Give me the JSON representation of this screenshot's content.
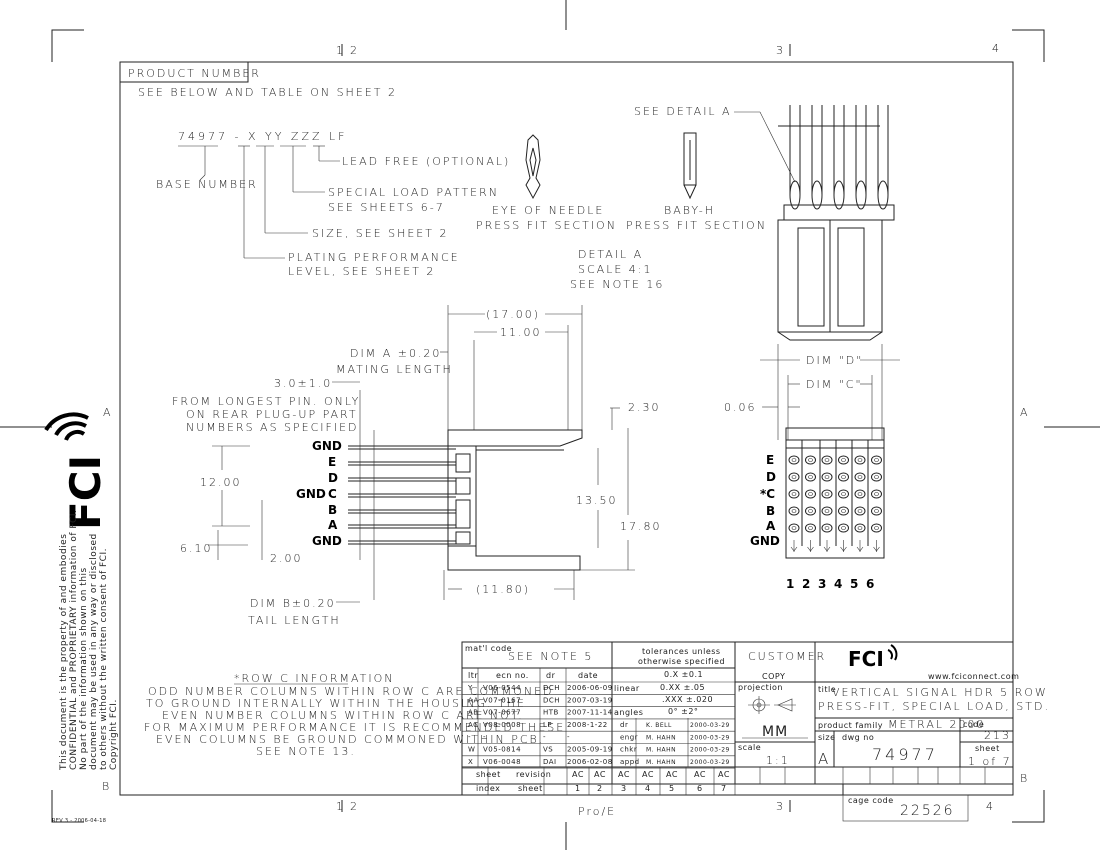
{
  "zones": {
    "top": [
      "1",
      "2",
      "3",
      "4"
    ],
    "bottom": [
      "1",
      "2",
      "Pro/E",
      "3",
      "4"
    ],
    "left": [
      "A",
      "B"
    ],
    "right": [
      "A",
      "B"
    ]
  },
  "product_number": {
    "title": "PRODUCT NUMBER",
    "see_below": "SEE BELOW AND TABLE ON SHEET 2",
    "code": "74977 - X YY ZZZ LF",
    "base_number": "BASE NUMBER",
    "lead_free": "LEAD FREE (OPTIONAL)",
    "special_load_1": "SPECIAL LOAD PATTERN",
    "special_load_2": "SEE SHEETS 6-7",
    "size": "SIZE, SEE SHEET 2",
    "plating_1": "PLATING PERFORMANCE",
    "plating_2": "LEVEL, SEE SHEET 2"
  },
  "detail": {
    "eye_needle_1": "EYE OF NEEDLE",
    "eye_needle_2": "PRESS FIT SECTION",
    "baby_h_1": "BABY-H",
    "baby_h_2": "PRESS FIT SECTION",
    "see_detail": "SEE DETAIL A",
    "detail_a_1": "DETAIL A",
    "detail_a_2": "SCALE 4:1",
    "detail_a_3": "SEE NOTE 16"
  },
  "dims": {
    "d17": "(17.00)",
    "d11": "11.00",
    "dim_a_1": "DIM A ±0.20",
    "dim_a_2": "MATING LENGTH",
    "d3": "3.0±1.0",
    "longest_1": "FROM LONGEST PIN. ONLY",
    "longest_2": "ON REAR PLUG-UP PART",
    "longest_3": "NUMBERS AS SPECIFIED",
    "d230": "2.30",
    "d12": "12.00",
    "d1350": "13.50",
    "d1780": "17.80",
    "d610": "6.10",
    "d200": "2.00",
    "d1180": "(11.80)",
    "dim_b_1": "DIM B±0.20",
    "dim_b_2": "TAIL LENGTH",
    "dim_d": "DIM \"D\"",
    "dim_c": "DIM \"C\"",
    "d006": "0.06"
  },
  "rows_side": [
    "GND",
    "E",
    "D",
    "C",
    "B",
    "A",
    "GND"
  ],
  "rows_side_prefix_c": "GND",
  "rows_front": [
    "E",
    "D",
    "*C",
    "B",
    "A",
    "GND"
  ],
  "columns": [
    "1",
    "2",
    "3",
    "4",
    "5",
    "6"
  ],
  "row_c_info": {
    "title": "*ROW C INFORMATION",
    "lines": [
      "ODD NUMBER COLUMNS WITHIN ROW C ARE COMMONED",
      "TO GROUND INTERNALLY WITHIN THE HOUSING. THE",
      "EVEN NUMBER COLUMNS WITHIN ROW C ARE NOT.",
      "FOR MAXIMUM PERFORMANCE IT IS RECOMMENDED THESE",
      "EVEN COLUMNS BE GROUND COMMONED WITHIN PCB.",
      "SEE NOTE 13."
    ]
  },
  "confidential": [
    "This document is the property of and embodies",
    "CONFIDENTIAL and PROPRIETARY information of FCI.",
    "No part of the information shown on this",
    "document may be used in any way or disclosed",
    "to others without the written consent of FCI.",
    "Copyright FCI."
  ],
  "logo": "FCI",
  "revision_mark": "REV 3 - 2006-04-18",
  "title_block": {
    "matl_code_label": "mat'l code",
    "matl_code": "SEE NOTE 5",
    "tolerances_1": "tolerances unless",
    "tolerances_2": "otherwise specified",
    "customer": "CUSTOMER",
    "copy": "COPY",
    "website": "www.fciconnect.com",
    "rev_headers": [
      "ltr",
      "ecn no.",
      "dr",
      "date"
    ],
    "revisions": [
      [
        "Y",
        "V06-0544",
        "DCH",
        "2006-06-09"
      ],
      [
        "AA",
        "V07-0167",
        "DCH",
        "2007-03-19"
      ],
      [
        "AB",
        "V07-0677",
        "HTB",
        "2007-11-14"
      ],
      [
        "AC",
        "V08-0008",
        "LP",
        "2008-1-22"
      ],
      [
        "-",
        "-",
        "-",
        "-"
      ],
      [
        "W",
        "V05-0814",
        "VS",
        "2005-09-19"
      ],
      [
        "X",
        "V06-0048",
        "DAI",
        "2006-02-08"
      ]
    ],
    "tol_rows": [
      [
        "linear",
        "0.X ±0.1"
      ],
      [
        "",
        "0.XX ±.05"
      ],
      [
        "",
        ".XXX ±.020"
      ],
      [
        "angles",
        "0° ±2°"
      ]
    ],
    "approvals": [
      [
        "dr",
        "K. BELL",
        "2000-03-29"
      ],
      [
        "engr",
        "M. HAHN",
        "2000-03-29"
      ],
      [
        "chkr",
        "M. HAHN",
        "2000-03-29"
      ],
      [
        "appd",
        "M. HAHN",
        "2000-03-29"
      ]
    ],
    "projection": "projection",
    "units": "MM",
    "scale_label": "scale",
    "scale": "1:1",
    "title_label": "title",
    "title_1": "VERTICAL SIGNAL HDR 5 ROW",
    "title_2": "PRESS-FIT, SPECIAL LOAD, STD.",
    "product_family_label": "product family",
    "product_family": "METRAL 2000",
    "code_label": "code",
    "code": "213",
    "size_label": "size",
    "size": "A",
    "dwg_no_label": "dwg no",
    "dwg_no": "74977",
    "sheet_label": "sheet",
    "sheet": "1 of 7",
    "sheet_row_label": "sheet",
    "revision_row_label": "revision",
    "index_label": "index",
    "sheet_label2": "sheet",
    "sheet_revs": [
      "AC",
      "AC",
      "AC",
      "AC",
      "AC",
      "AC",
      "AC"
    ],
    "sheet_nums": [
      "1",
      "2",
      "3",
      "4",
      "5",
      "6",
      "7"
    ],
    "cage_code_label": "cage code",
    "cage_code": "22526"
  }
}
